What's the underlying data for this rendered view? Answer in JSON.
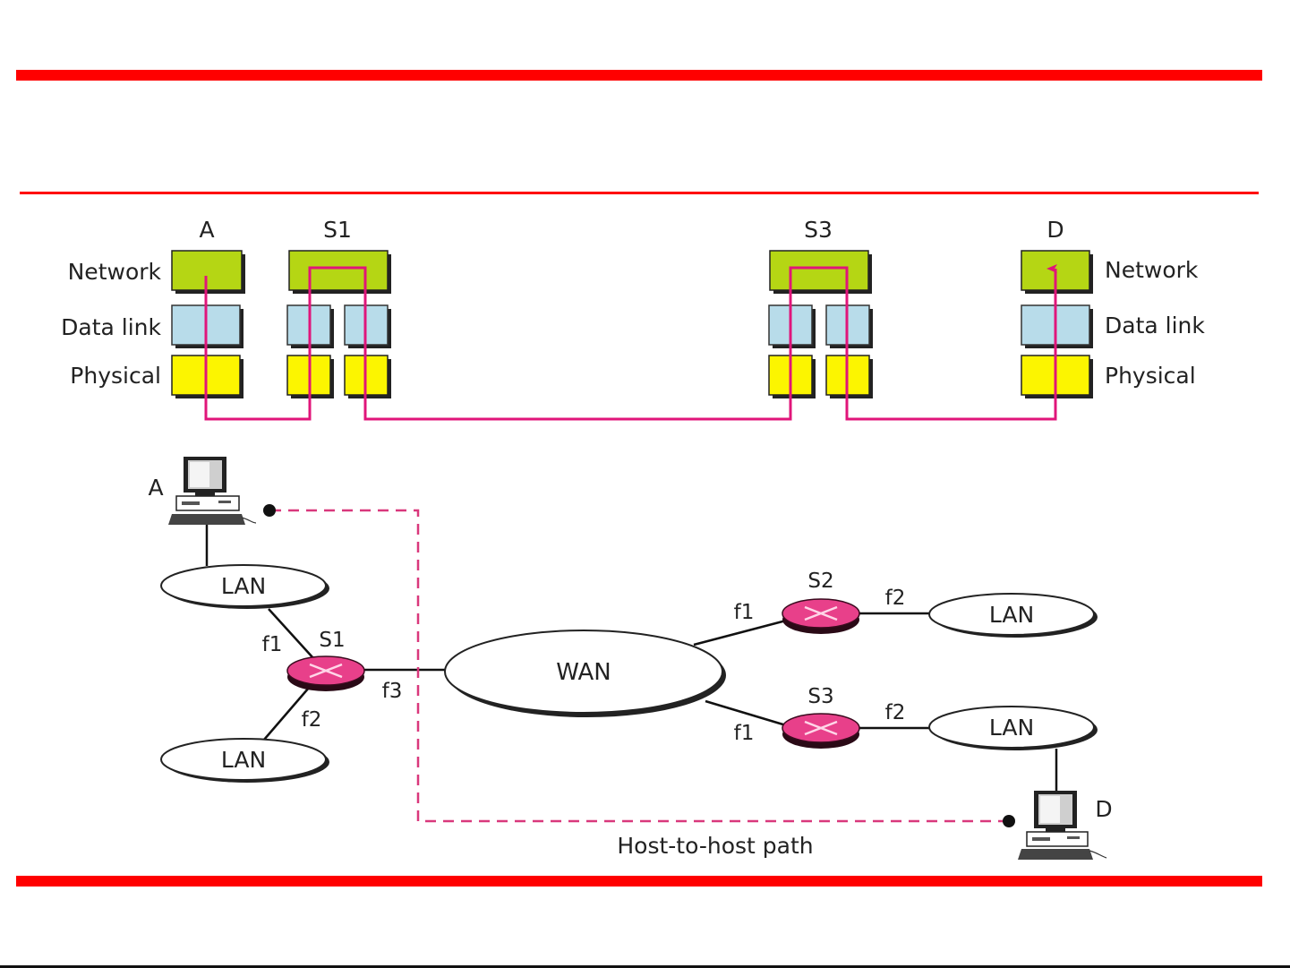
{
  "slide": {
    "title": "",
    "colors": {
      "accent_bar": "#ff0000",
      "network_layer": "#b5d614",
      "datalink_layer": "#b8dcea",
      "physical_layer": "#fcf500",
      "path_line": "#e0157a",
      "router": "#e8408a"
    }
  },
  "layers": {
    "labels_left": [
      "Network",
      "Data link",
      "Physical"
    ],
    "labels_right": [
      "Network",
      "Data link",
      "Physical"
    ],
    "stacks": [
      {
        "name": "A"
      },
      {
        "name": "S1"
      },
      {
        "name": "S3"
      },
      {
        "name": "D"
      }
    ]
  },
  "network": {
    "hosts": [
      {
        "name": "A"
      },
      {
        "name": "D"
      }
    ],
    "lans": [
      "LAN",
      "LAN",
      "LAN",
      "LAN"
    ],
    "wan": "WAN",
    "routers": [
      {
        "name": "S1",
        "ports": [
          "f1",
          "f2",
          "f3"
        ]
      },
      {
        "name": "S2",
        "ports": [
          "f1",
          "f2"
        ]
      },
      {
        "name": "S3",
        "ports": [
          "f1",
          "f2"
        ]
      }
    ],
    "path_label": "Host-to-host path"
  }
}
